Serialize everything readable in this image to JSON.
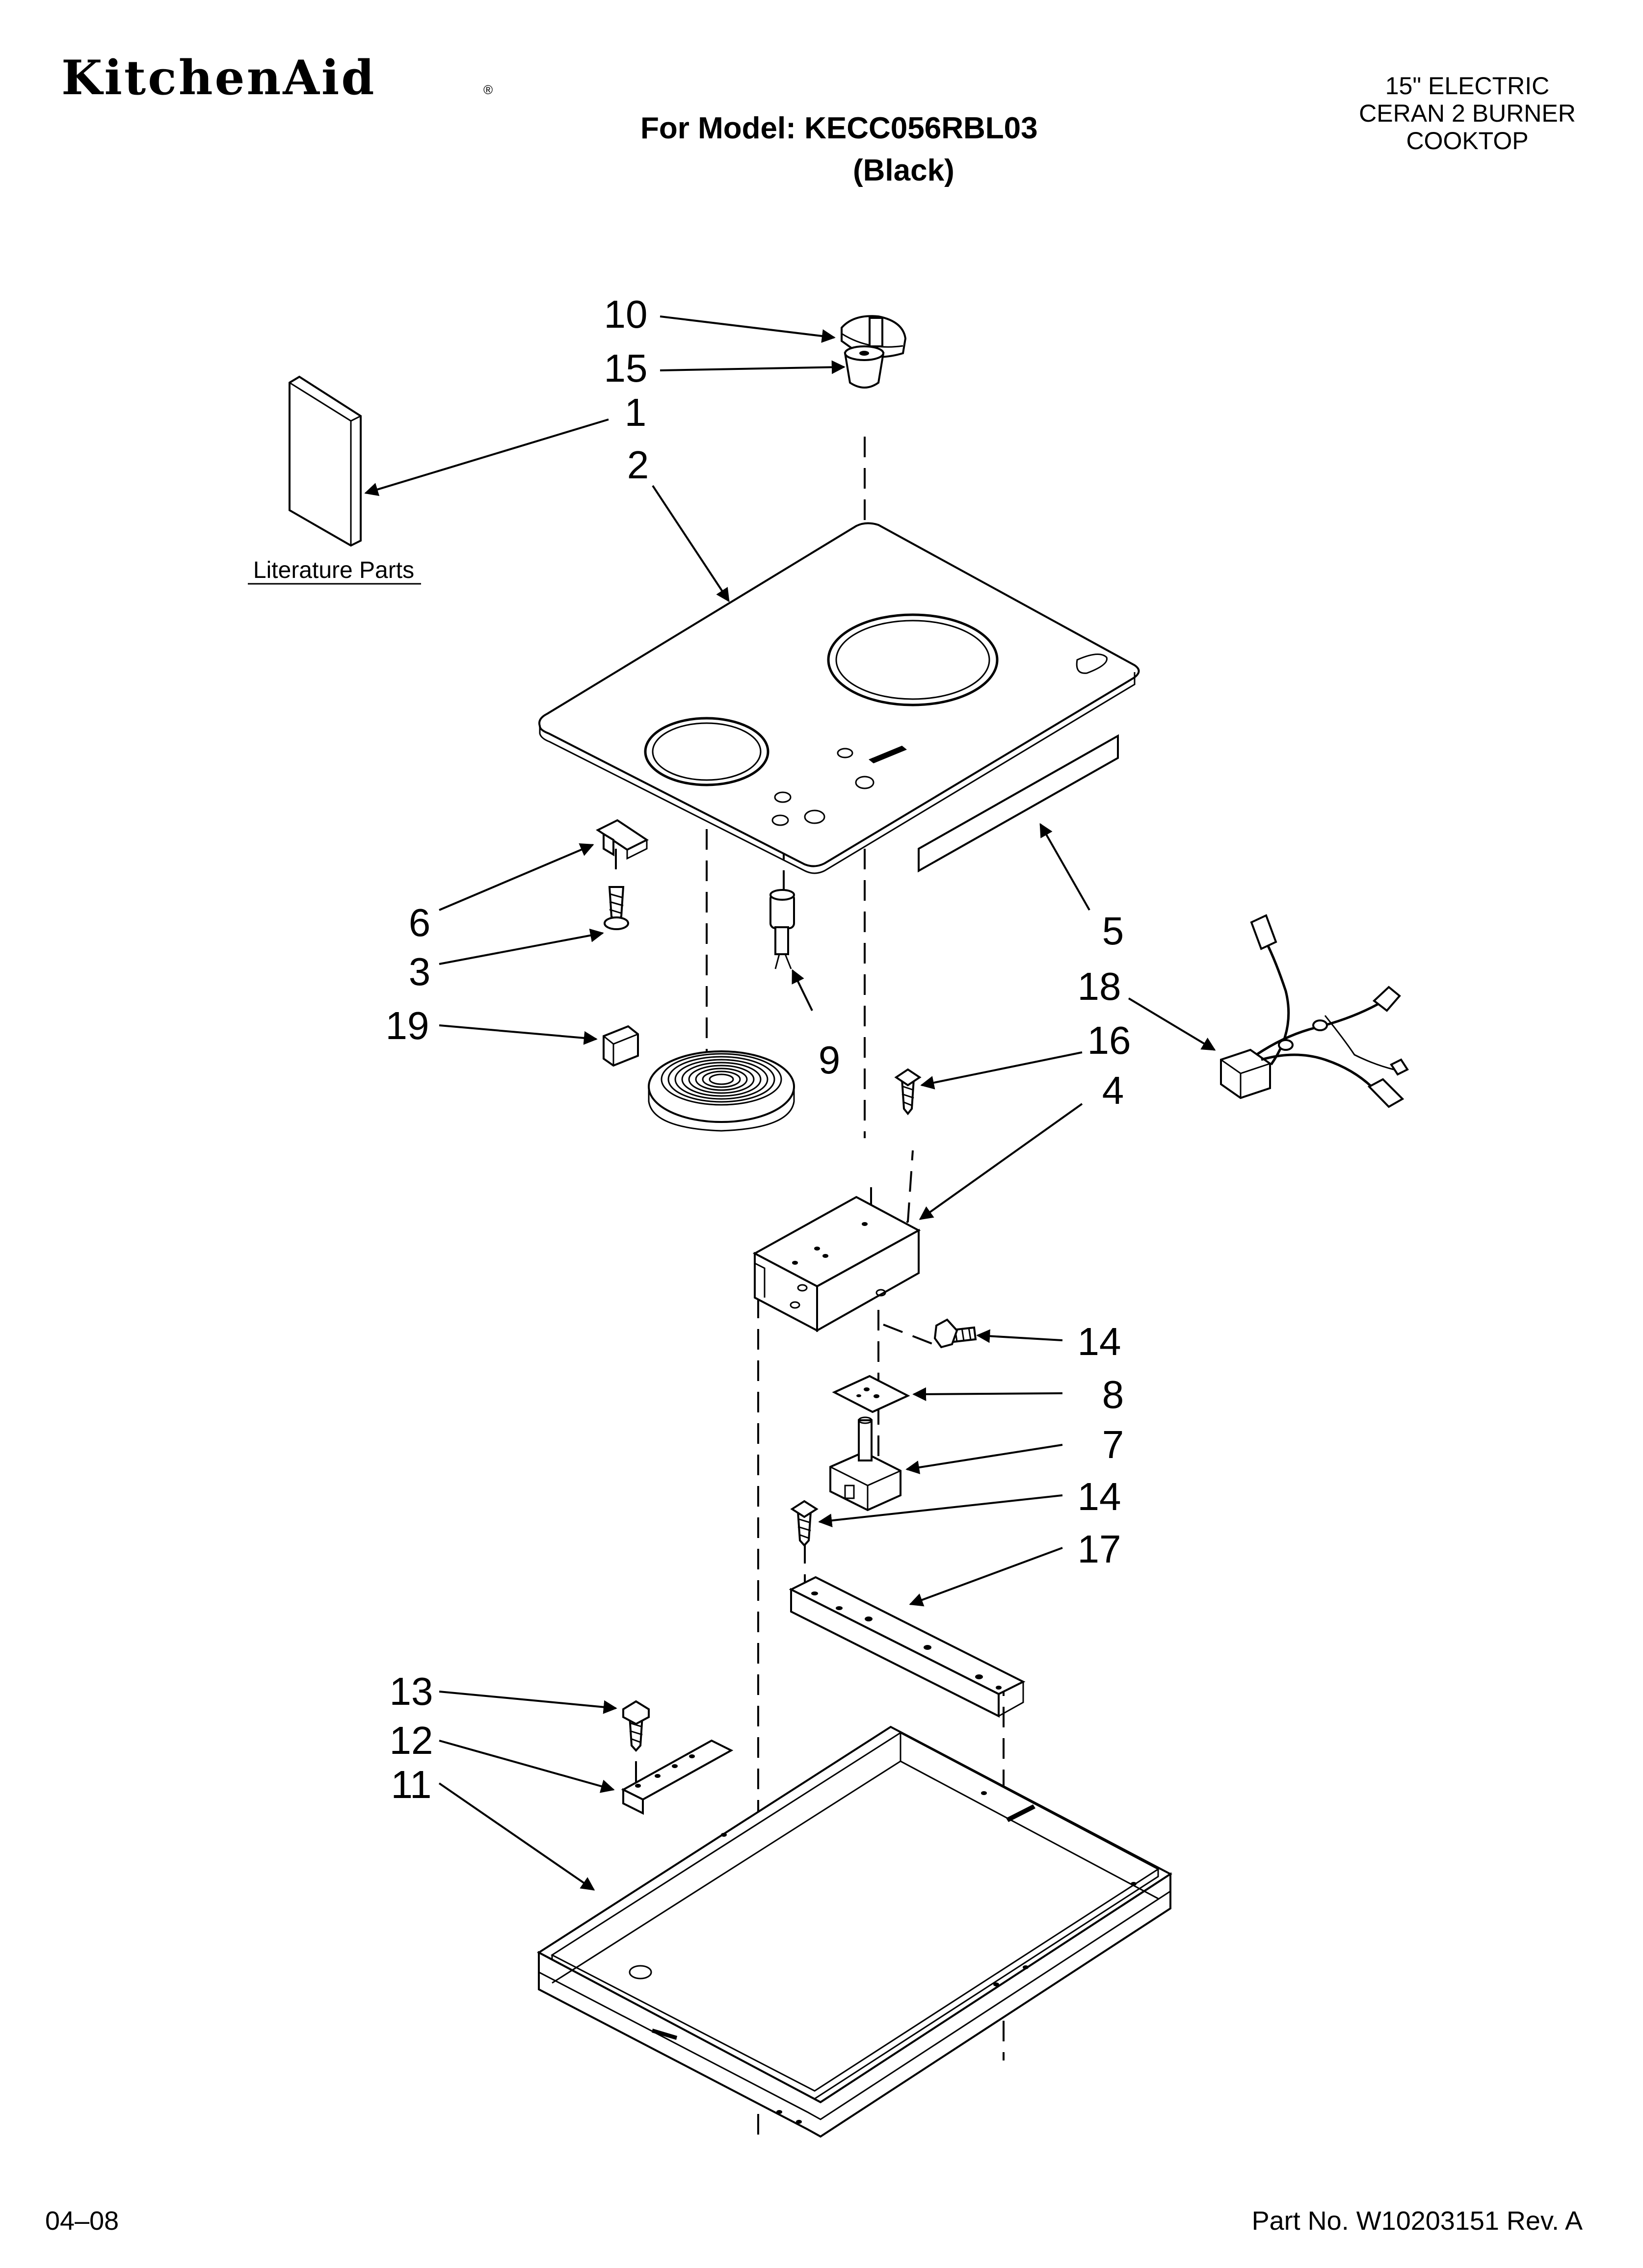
{
  "header": {
    "brand": "KitchenAid",
    "registered_mark": "®",
    "model_line": "For Model: KECC056RBL03",
    "color_line": "(Black)",
    "product_lines": [
      "15\" ELECTRIC",
      "CERAN 2 BURNER",
      "COOKTOP"
    ]
  },
  "literature_label": "Literature Parts",
  "callouts": {
    "c1": "1",
    "c2": "2",
    "c3": "3",
    "c4": "4",
    "c5": "5",
    "c6": "6",
    "c7": "7",
    "c8": "8",
    "c9": "9",
    "c10": "10",
    "c11": "11",
    "c12": "12",
    "c13": "13",
    "c14a": "14",
    "c14b": "14",
    "c15": "15",
    "c16": "16",
    "c17": "17",
    "c18": "18",
    "c19": "19"
  },
  "footer": {
    "date": "04–08",
    "part_number": "Part No. W10203151 Rev. A"
  }
}
